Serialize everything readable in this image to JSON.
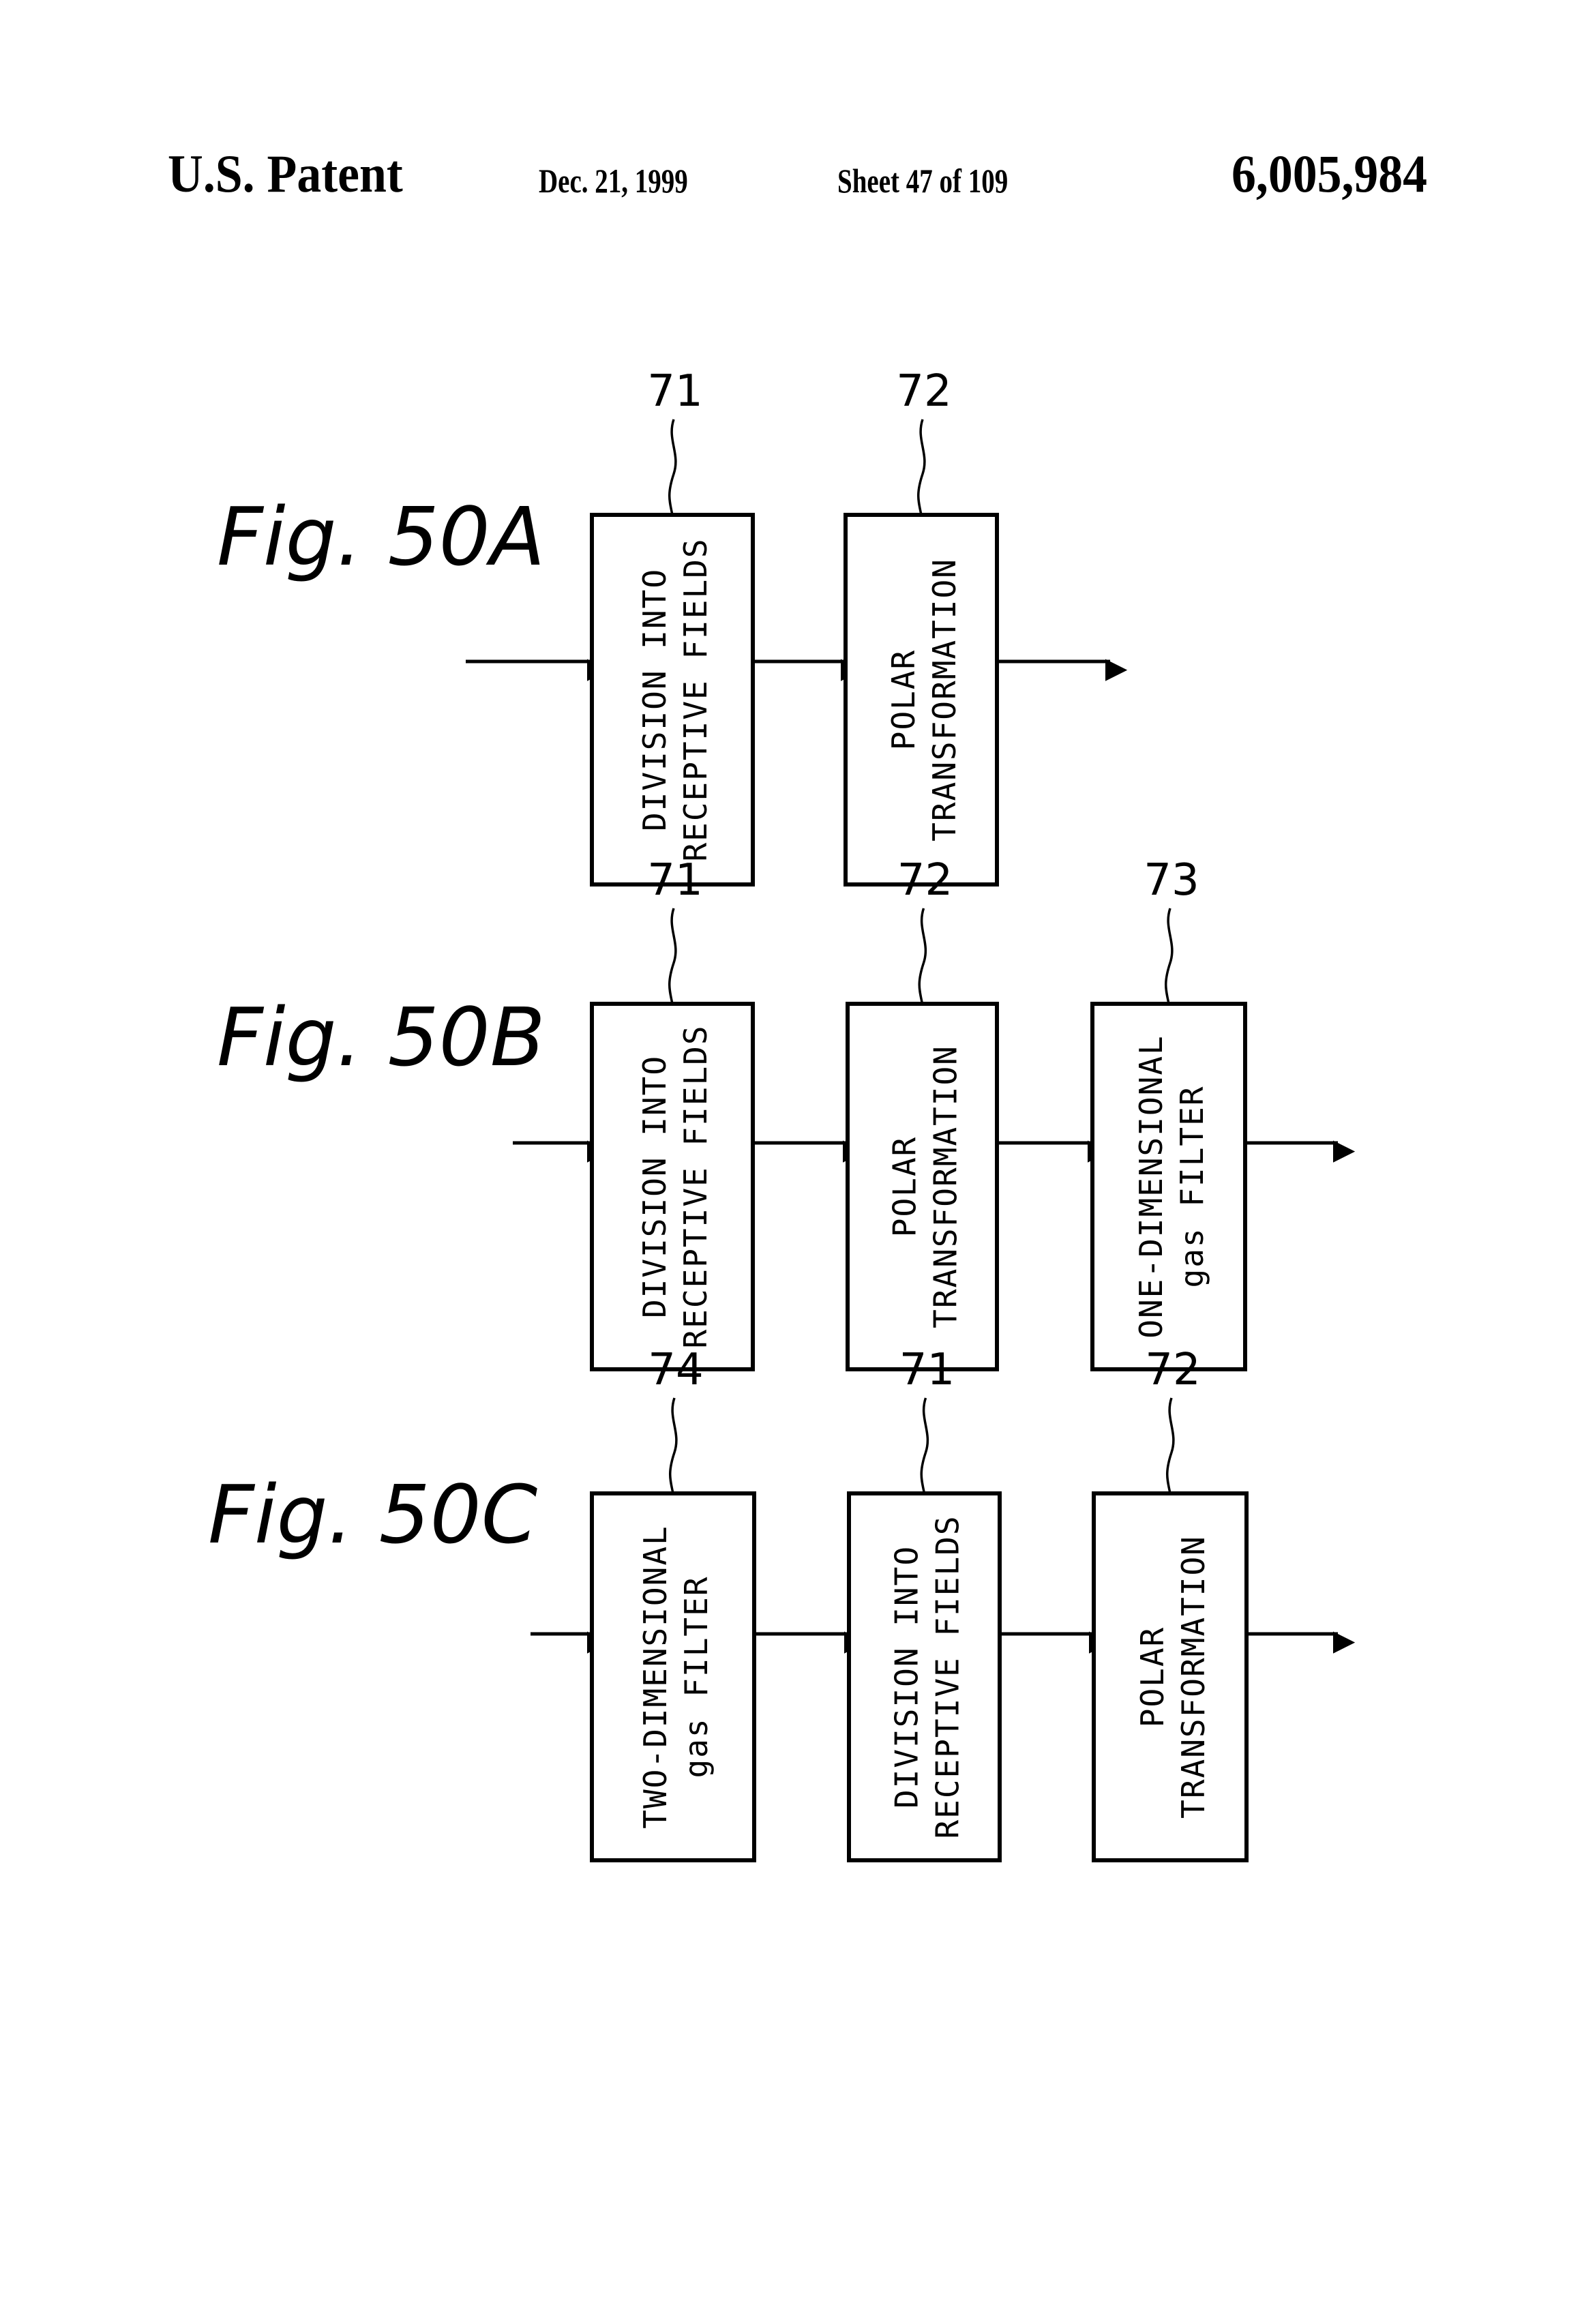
{
  "header": {
    "title": "U.S. Patent",
    "date": "Dec. 21, 1999",
    "sheet": "Sheet 47 of 109",
    "patent_number": "6,005,984"
  },
  "figures": [
    {
      "id": "50A",
      "label": "Fig. 50A",
      "blocks": [
        {
          "ref": "71",
          "lines": [
            "DIVISION INTO",
            "RECEPTIVE FIELDS"
          ]
        },
        {
          "ref": "72",
          "lines": [
            "POLAR",
            "TRANSFORMATION"
          ]
        }
      ]
    },
    {
      "id": "50B",
      "label": "Fig. 50B",
      "blocks": [
        {
          "ref": "71",
          "lines": [
            "DIVISION INTO",
            "RECEPTIVE FIELDS"
          ]
        },
        {
          "ref": "72",
          "lines": [
            "POLAR",
            "TRANSFORMATION"
          ]
        },
        {
          "ref": "73",
          "lines": [
            "ONE-DIMENSIONAL",
            "gas FILTER"
          ]
        }
      ]
    },
    {
      "id": "50C",
      "label": "Fig. 50C",
      "blocks": [
        {
          "ref": "74",
          "lines": [
            "TWO-DIMENSIONAL",
            "gas FILTER"
          ]
        },
        {
          "ref": "71",
          "lines": [
            "DIVISION INTO",
            "RECEPTIVE FIELDS"
          ]
        },
        {
          "ref": "72",
          "lines": [
            "POLAR",
            "TRANSFORMATION"
          ]
        }
      ]
    }
  ]
}
